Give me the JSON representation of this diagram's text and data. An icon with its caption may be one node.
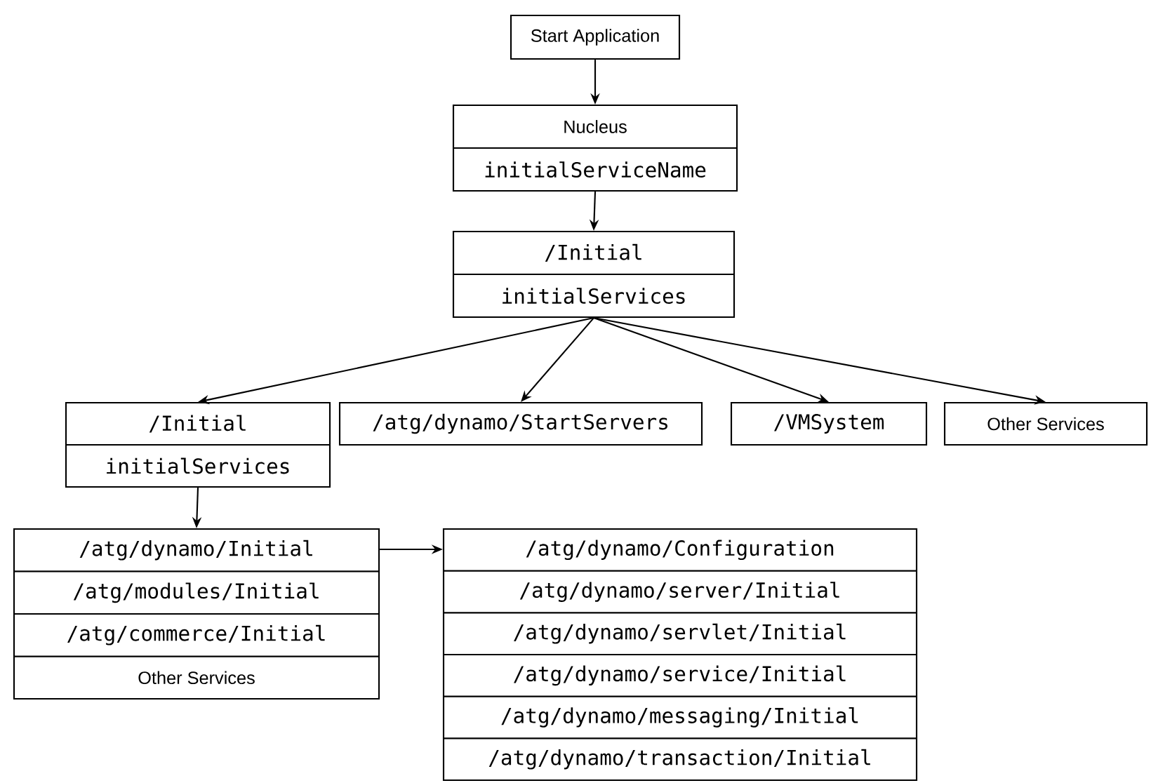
{
  "diagram": {
    "nodes": [
      {
        "text": [
          "Start Application"
        ]
      },
      {
        "text": [
          "Nucleus",
          "initialServiceName"
        ]
      },
      {
        "text": [
          "/Initial",
          "initialServices"
        ]
      },
      {
        "text": [
          "/Initial",
          "initialServices"
        ]
      },
      {
        "text": [
          "/atg/dynamo/StartServers"
        ]
      },
      {
        "text": [
          "/VMSystem"
        ]
      },
      {
        "text": [
          "Other Services"
        ]
      },
      {
        "text": [
          "/atg/dynamo/Initial",
          "/atg/modules/Initial",
          "/atg/commerce/Initial",
          "Other Services"
        ]
      },
      {
        "text": [
          "/atg/dynamo/Configuration",
          "/atg/dynamo/server/Initial",
          "/atg/dynamo/servlet/Initial",
          "/atg/dynamo/service/Initial",
          "/atg/dynamo/messaging/Initial",
          "/atg/dynamo/transaction/Initial"
        ]
      }
    ],
    "edges": [
      {
        "from": 0,
        "to": 1,
        "arrow": "to"
      },
      {
        "from": 1,
        "to": 2,
        "arrow": "to"
      },
      {
        "from": 2,
        "to": 3,
        "arrow": "to"
      },
      {
        "from": 2,
        "to": 4,
        "arrow": "to"
      },
      {
        "from": 2,
        "to": 5,
        "arrow": "to"
      },
      {
        "from": 2,
        "to": 6,
        "arrow": "to"
      },
      {
        "from": 3,
        "to": 7,
        "arrow": "to"
      },
      {
        "from": 7,
        "to": 8,
        "arrow": "to"
      }
    ]
  }
}
